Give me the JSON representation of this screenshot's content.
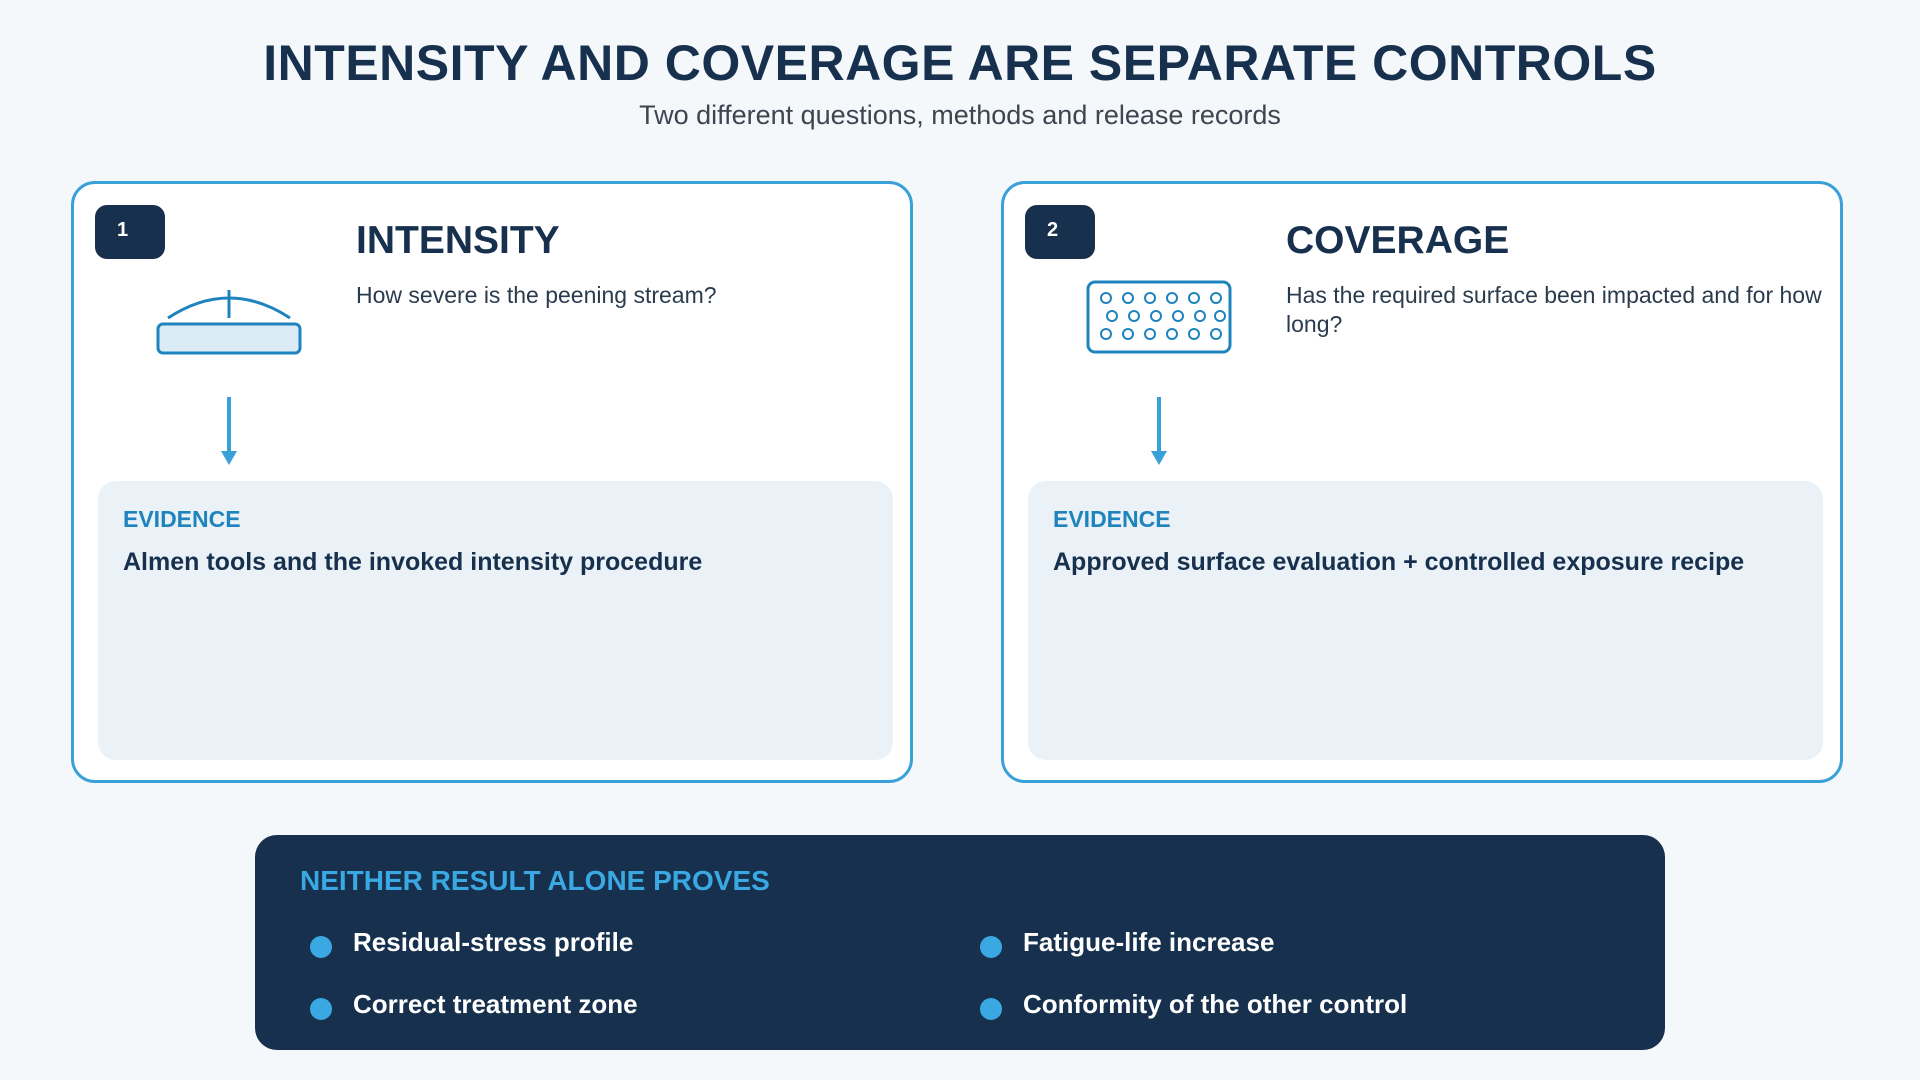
{
  "header": {
    "title": "INTENSITY AND COVERAGE ARE SEPARATE CONTROLS",
    "subtitle": "Two different questions, methods and release records"
  },
  "cards": [
    {
      "number": "1",
      "title": "INTENSITY",
      "question": "How severe is the peening stream?",
      "icon": "almen-strip-gauge-icon",
      "evidence_label": "EVIDENCE",
      "evidence_text": "Almen tools and the invoked intensity procedure"
    },
    {
      "number": "2",
      "title": "COVERAGE",
      "question": "Has the required surface been impacted and for how long?",
      "icon": "dimpled-surface-icon",
      "evidence_label": "EVIDENCE",
      "evidence_text": "Approved surface evaluation + controlled exposure recipe"
    }
  ],
  "summary": {
    "title": "NEITHER RESULT ALONE PROVES",
    "items": [
      "Residual-stress profile",
      "Fatigue-life increase",
      "Correct treatment zone",
      "Conformity of the other control"
    ]
  },
  "colors": {
    "navy": "#17304d",
    "accent": "#3aa0d8",
    "evidence_bg": "#eaf2f8",
    "page_bg": "#f4f8fb"
  }
}
